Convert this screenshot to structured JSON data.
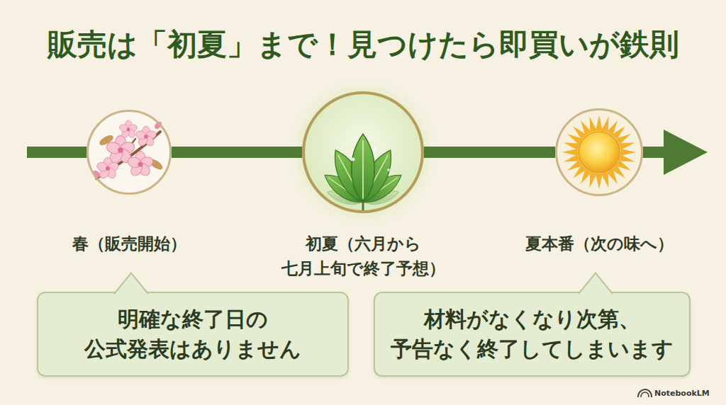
{
  "diagram": {
    "title": "販売は「初夏」まで！見つけたら即買いが鉄則",
    "nodes": [
      {
        "text": [
          "春（販売開始）"
        ]
      },
      {
        "text": [
          "初夏（六月から 七月上旬で終了予想）"
        ]
      },
      {
        "text": [
          "夏本番（次の味へ）"
        ]
      },
      {
        "text": [
          "明確な終了日の 公式発表はありません"
        ]
      },
      {
        "text": [
          "材料がなくなり次第、 予告なく終了してしまいます"
        ]
      }
    ],
    "edges": [
      {
        "from": 0,
        "to": 1,
        "arrow": "none"
      },
      {
        "from": 1,
        "to": 2,
        "arrow": "none"
      }
    ],
    "labels": [
      "NotebookLM"
    ]
  }
}
